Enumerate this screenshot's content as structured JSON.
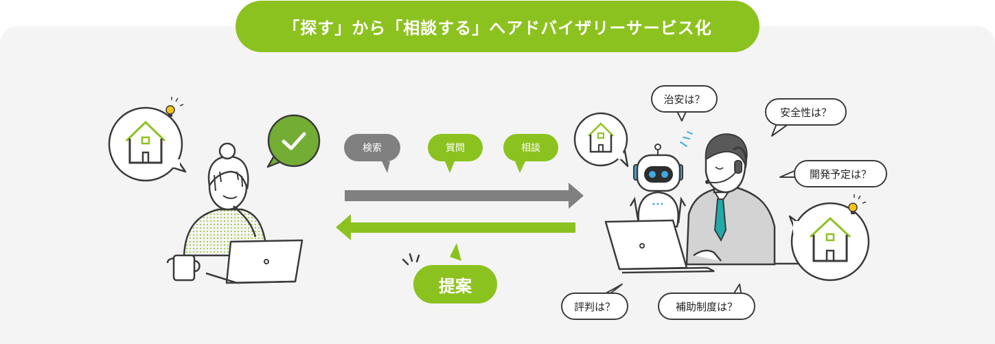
{
  "title": "「探す」から「相談する」へアドバイザリーサービス化",
  "flow": {
    "tags": {
      "search": "検索",
      "question": "質問",
      "consult": "相談"
    },
    "proposal": "提案"
  },
  "questions": {
    "safety": "治安は？",
    "security": "安全性は？",
    "development": "開発予定は？",
    "reputation": "評判は？",
    "subsidy": "補助制度は？"
  },
  "colors": {
    "accent": "#8cc21f",
    "gray_arrow": "#808080",
    "panel": "#f4f4f4"
  },
  "icons": [
    "house-icon",
    "checkmark-icon",
    "lightbulb-icon",
    "robot-icon",
    "headset-icon",
    "laptop-icon",
    "mug-icon"
  ]
}
